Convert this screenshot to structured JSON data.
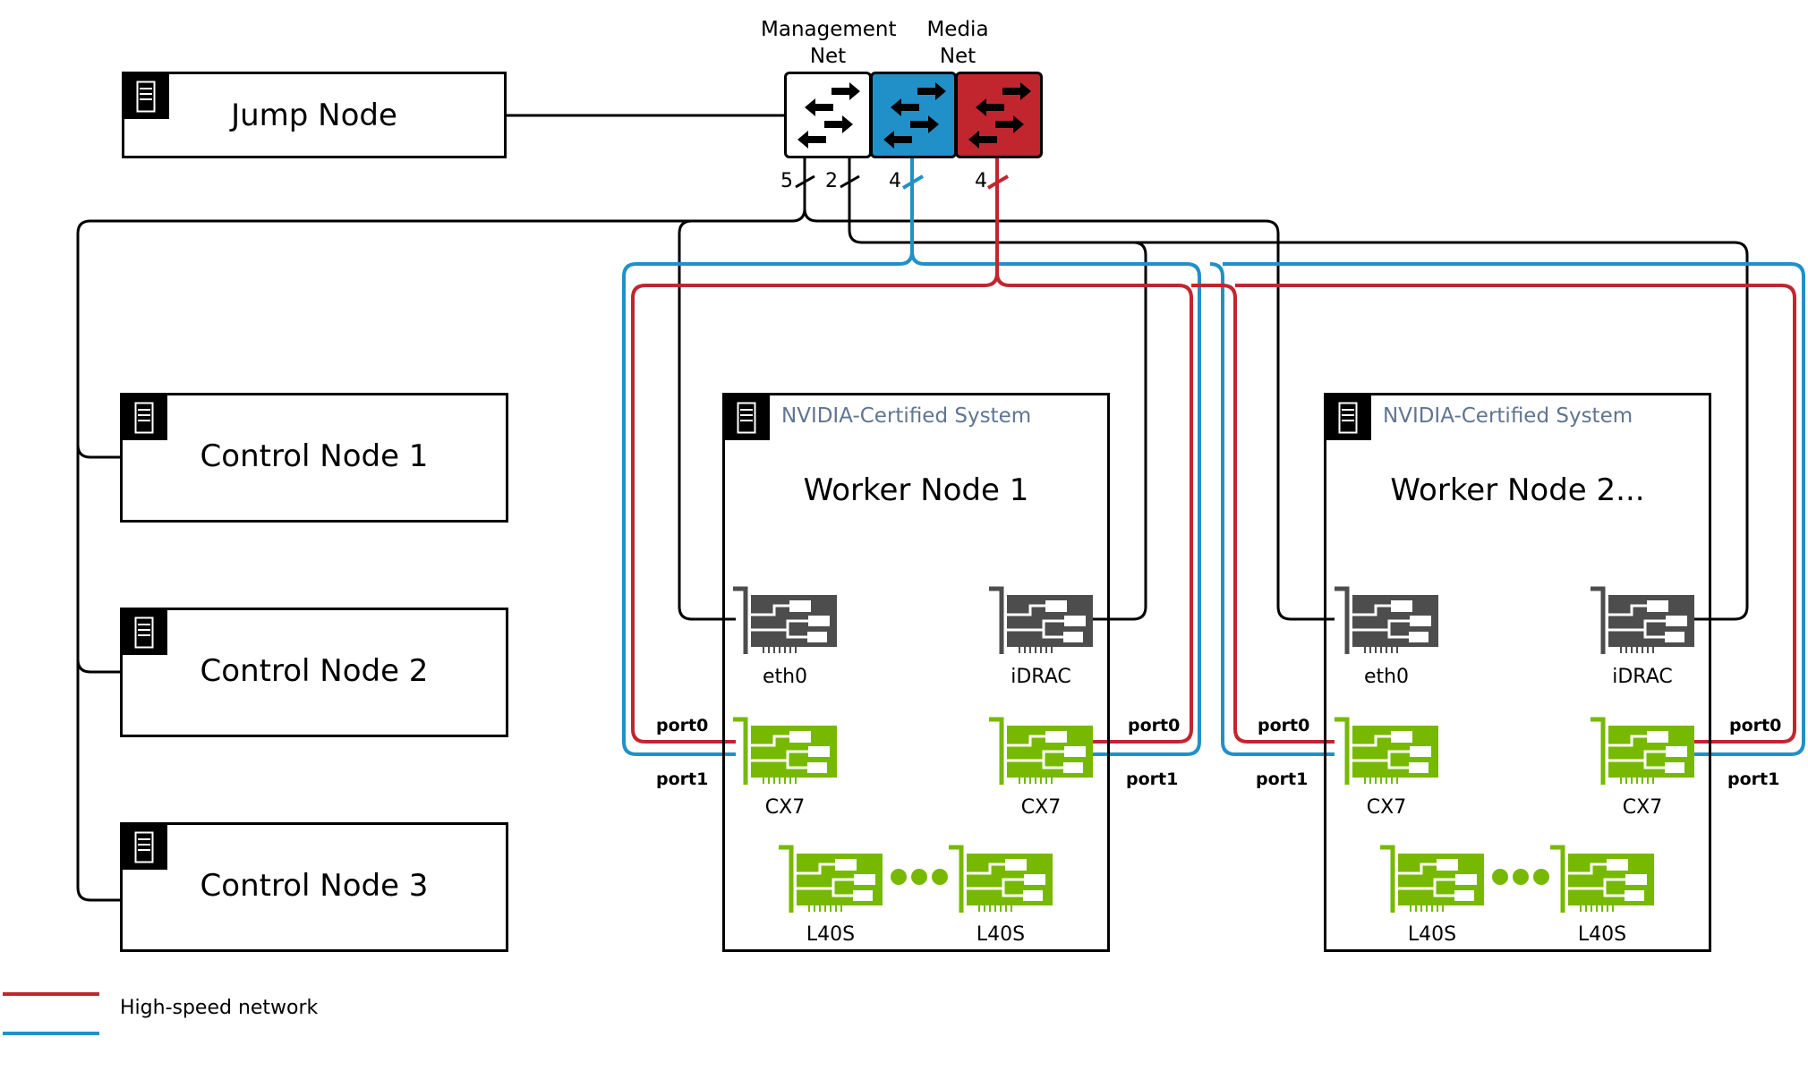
{
  "switches": {
    "management": {
      "label_line1": "Management",
      "label_line2": "Net",
      "color": "#ffffff",
      "ports": "5",
      "ports2": "2"
    },
    "media": {
      "label_line1": "Media",
      "label_line2": "Net",
      "color": "#2290c8",
      "ports": "4"
    },
    "highspeed": {
      "color": "#c1262f",
      "ports": "4"
    }
  },
  "jump_node": {
    "title": "Jump Node"
  },
  "control_nodes": [
    {
      "title": "Control Node 1"
    },
    {
      "title": "Control Node 2"
    },
    {
      "title": "Control Node 3"
    }
  ],
  "worker_nodes": [
    {
      "certified": "NVIDIA-Certified System",
      "title": "Worker Node 1",
      "nics": {
        "eth": "eth0",
        "bmc": "iDRAC",
        "cx_left": "CX7",
        "cx_right": "CX7"
      },
      "gpus": [
        "L40S",
        "L40S"
      ],
      "ports": {
        "p0": "port0",
        "p1": "port1"
      }
    },
    {
      "certified": "NVIDIA-Certified System",
      "title": "Worker Node 2...",
      "nics": {
        "eth": "eth0",
        "bmc": "iDRAC",
        "cx_left": "CX7",
        "cx_right": "CX7"
      },
      "gpus": [
        "L40S",
        "L40S"
      ],
      "ports": {
        "p0": "port0",
        "p1": "port1"
      }
    }
  ],
  "colors": {
    "nic_gray": "#4d4d4d",
    "gpu_green": "#76b900",
    "net_blue": "#2290c8",
    "net_red": "#c1262f",
    "cert_text": "#5f7590"
  },
  "legend": {
    "label": "High-speed network"
  }
}
